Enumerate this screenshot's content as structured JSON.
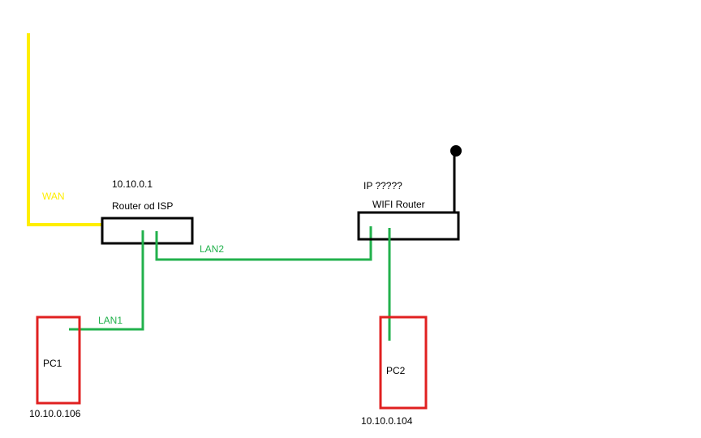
{
  "colors": {
    "wan": "#ffee00",
    "lan": "#22b14c",
    "pc": "#e02020",
    "device": "#000000"
  },
  "isp_router": {
    "ip": "10.10.0.1",
    "label": "Router od ISP"
  },
  "wifi_router": {
    "ip": "IP ?????",
    "label": "WIFI Router"
  },
  "links": {
    "wan": "WAN",
    "lan1": "LAN1",
    "lan2": "LAN2"
  },
  "pc1": {
    "label": "PC1",
    "ip": "10.10.0.106"
  },
  "pc2": {
    "label": "PC2",
    "ip": "10.10.0.104"
  }
}
